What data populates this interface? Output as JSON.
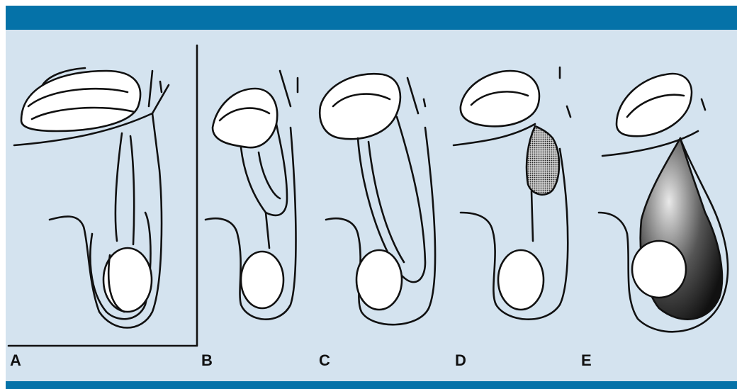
{
  "panels": [
    {
      "label": "A"
    },
    {
      "label": "B"
    },
    {
      "label": "C"
    },
    {
      "label": "D"
    },
    {
      "label": "E"
    }
  ],
  "colors": {
    "frame": "#0572a8",
    "background": "#d4e3ef",
    "ink": "#111111"
  }
}
